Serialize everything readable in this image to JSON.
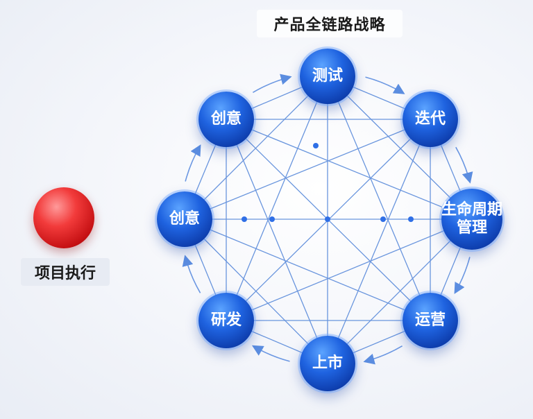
{
  "title": "产品全链路战略",
  "side": {
    "label": "项目执行"
  },
  "nodes": [
    {
      "key": "test",
      "label": "测试"
    },
    {
      "key": "deliver",
      "label": "迭代"
    },
    {
      "key": "lifecycle",
      "line1": "生命周期",
      "line2": "管理"
    },
    {
      "key": "ops",
      "label": "运营"
    },
    {
      "key": "launch",
      "label": "上市"
    },
    {
      "key": "rd",
      "label": "研发"
    },
    {
      "key": "idea2",
      "label": "创意"
    },
    {
      "key": "idea1",
      "label": "创意"
    }
  ],
  "colors": {
    "node": "#1f63e0",
    "line": "#4a7fd6",
    "side_ball": "#e02626"
  }
}
